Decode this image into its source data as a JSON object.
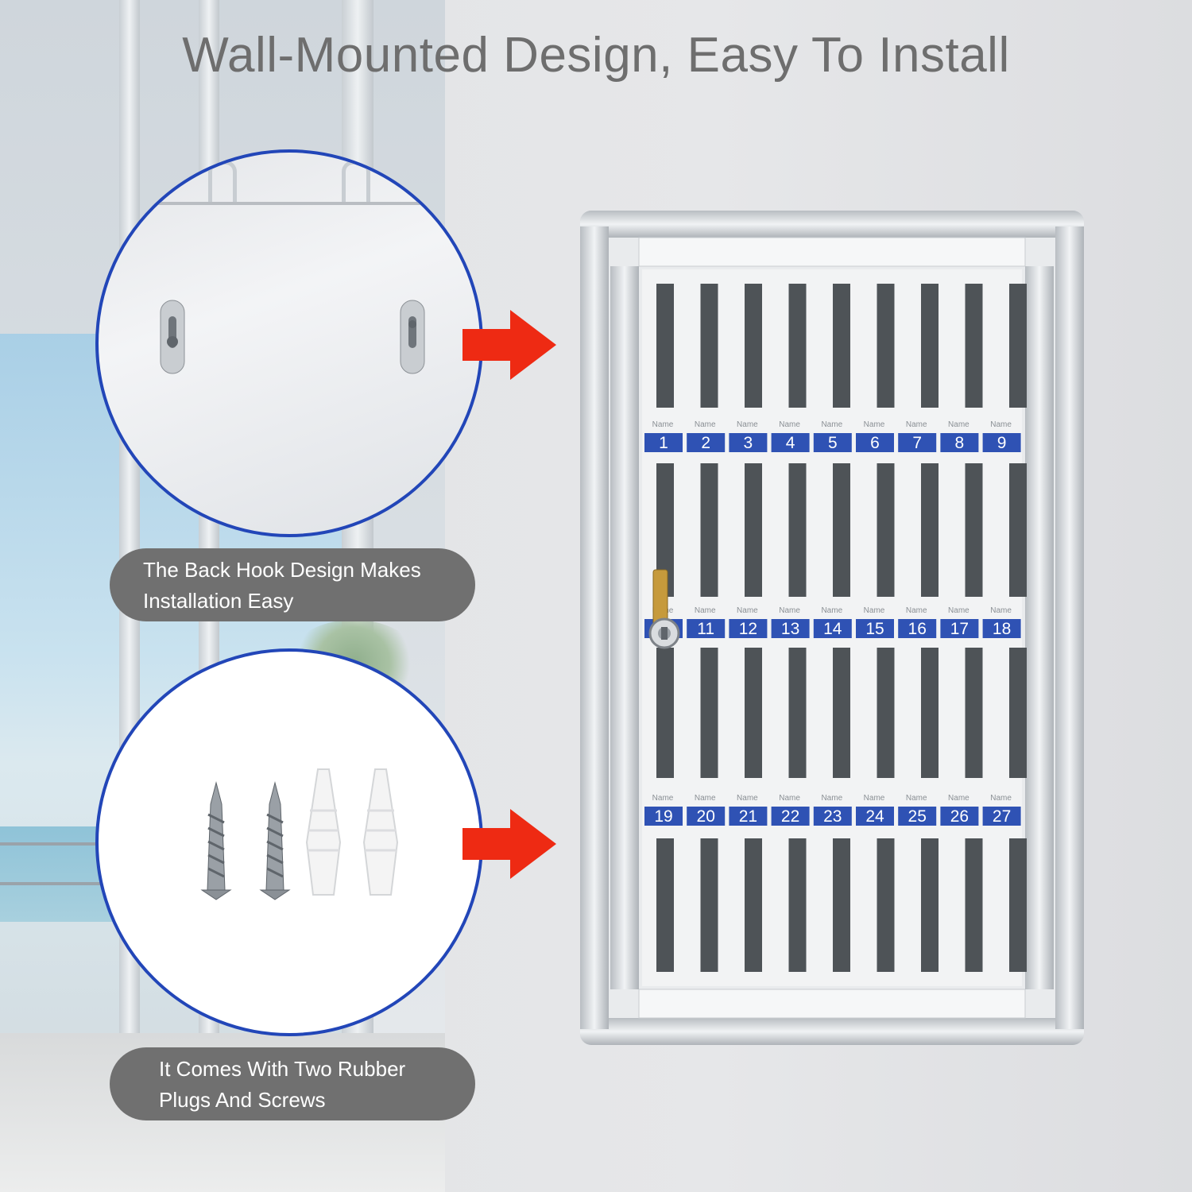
{
  "headline": "Wall-Mounted Design, Easy To Install",
  "callouts": [
    {
      "caption": "The Back Hook Design Makes Installation Easy",
      "line1": "The Back Hook Design Makes",
      "line2": "Installation Easy"
    },
    {
      "caption": "It Comes With Two Rubber Plugs And Screws",
      "line1": "It Comes With Two Rubber",
      "line2": "Plugs And Screws"
    }
  ],
  "cabinet": {
    "slot_numbers": [
      [
        "1",
        "2",
        "3",
        "4",
        "5",
        "6",
        "7",
        "8",
        "9"
      ],
      [
        "",
        "11",
        "12",
        "13",
        "14",
        "15",
        "16",
        "17",
        "18"
      ],
      [
        "19",
        "20",
        "21",
        "22",
        "23",
        "24",
        "25",
        "26",
        "27"
      ]
    ],
    "name_label": "Name"
  },
  "colors": {
    "headline": "#6e6e6e",
    "circle_border": "#2246b8",
    "arrow": "#ee2a13",
    "caption_bg": "#707070",
    "number_label": "#2f52b4"
  }
}
